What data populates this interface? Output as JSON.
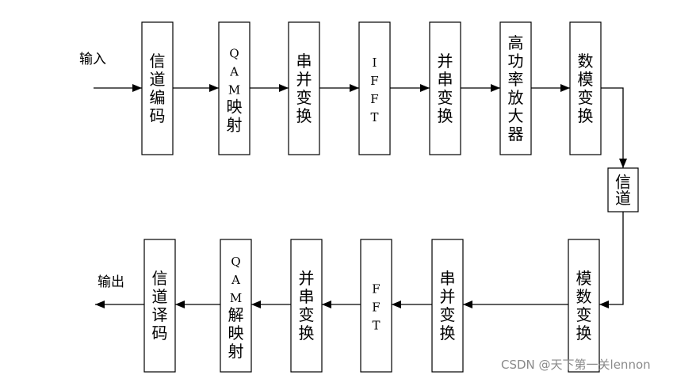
{
  "diagram": {
    "input_label": "输入",
    "output_label": "输出",
    "tx_blocks": [
      {
        "id": "channel-coding",
        "label": "信道编码"
      },
      {
        "id": "qam-mapping",
        "label": "QAM映射"
      },
      {
        "id": "serial-to-parallel",
        "label": "串并变换"
      },
      {
        "id": "ifft",
        "label": "IFFT"
      },
      {
        "id": "parallel-to-serial",
        "label": "并串变换"
      },
      {
        "id": "power-amplifier",
        "label": "高功率放大器"
      },
      {
        "id": "dac",
        "label": "数模变换"
      }
    ],
    "channel_block": {
      "id": "channel",
      "label": "信道"
    },
    "rx_blocks": [
      {
        "id": "adc",
        "label": "模数变换"
      },
      {
        "id": "serial-to-parallel-rx",
        "label": "串并变换"
      },
      {
        "id": "fft",
        "label": "FFT"
      },
      {
        "id": "parallel-to-serial-rx",
        "label": "并串变换"
      },
      {
        "id": "qam-demapping",
        "label": "QAM解映射"
      },
      {
        "id": "channel-decoding",
        "label": "信道译码"
      }
    ]
  },
  "watermark": "CSDN @天下第一关lennon"
}
